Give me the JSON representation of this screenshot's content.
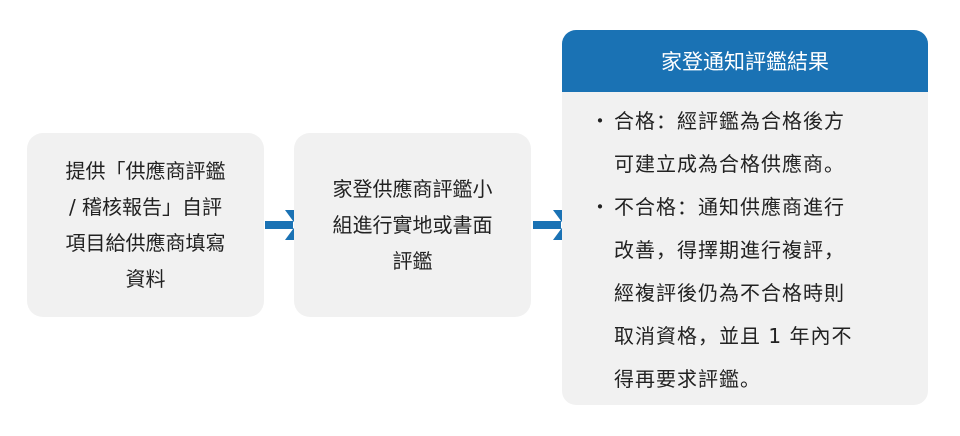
{
  "steps": [
    {
      "lines": [
        "提供「供應商評鑑",
        "/ 稽核報告」自評",
        "項目給供應商填寫",
        "資料"
      ]
    },
    {
      "lines": [
        "家登供應商評鑑小",
        "組進行實地或書面",
        "評鑑"
      ]
    }
  ],
  "result": {
    "title": "家登通知評鑑結果",
    "items": [
      {
        "lines": [
          "合格：經評鑑為合格後方",
          "可建立成為合格供應商。"
        ]
      },
      {
        "lines": [
          "不合格：通知供應商進行",
          "改善，得擇期進行複評，",
          "經複評後仍為不合格時則",
          "取消資格，並且 1 年內不",
          "得再要求評鑑。"
        ]
      }
    ]
  },
  "bullet": "・",
  "colors": {
    "accent": "#1a72b4",
    "box": "#f1f1f1"
  }
}
